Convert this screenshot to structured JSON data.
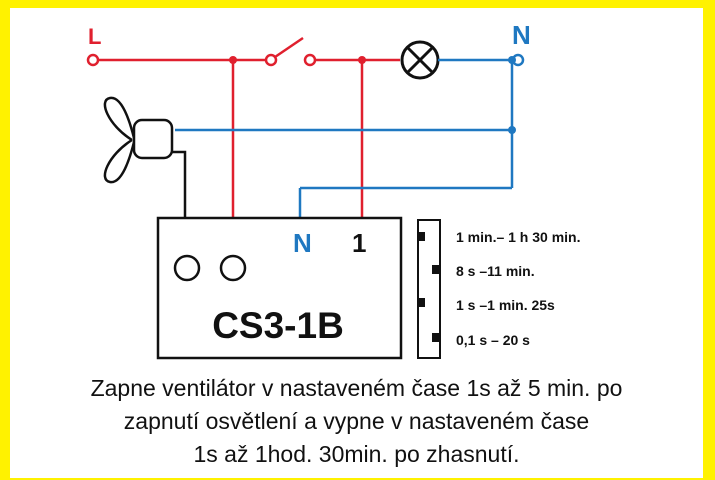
{
  "diagram": {
    "line_label": "L",
    "neutral_label": "N",
    "device_model": "CS3-1B",
    "terminal_n": "N",
    "terminal_1": "1",
    "dip_settings": [
      "1 min.– 1 h 30 min.",
      "8 s –11 min.",
      "1 s –1 min. 25s",
      "0,1 s – 20 s"
    ]
  },
  "caption": {
    "line1": "Zapne ventilátor v nastaveném čase 1s až 5 min. po",
    "line2": "zapnutí osvětlení a vypne v nastaveném čase",
    "line3": "1s až 1hod. 30min. po zhasnutí."
  },
  "colors": {
    "border": "#fff200",
    "live": "#e0202e",
    "neutral": "#1f78c1",
    "wire": "#111111"
  },
  "icons": [
    "fan-icon",
    "lamp-icon",
    "switch-icon",
    "dip-switch-icon"
  ]
}
